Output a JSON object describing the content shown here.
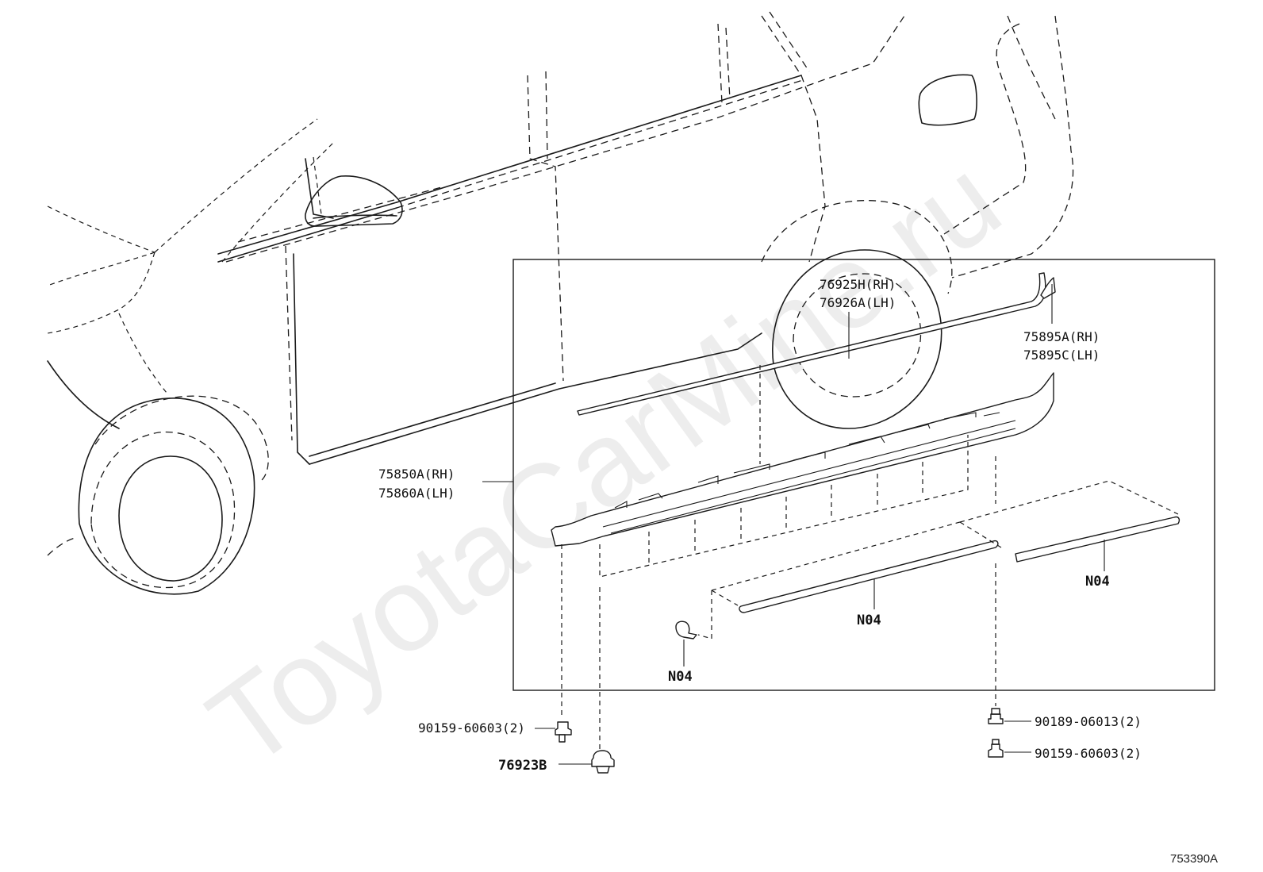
{
  "watermark": "ToyotaCarMine.ru",
  "diagram_code": "753390A",
  "labels": {
    "rocker_panel_rh": "75850A(RH)",
    "rocker_panel_lh": "75860A(LH)",
    "moulding_rh": "76925H(RH)",
    "moulding_lh": "76926A(LH)",
    "end_piece_rh": "75895A(RH)",
    "end_piece_lh": "75895C(LH)",
    "no4_right": "N04",
    "no4_center": "N04",
    "no4_clip": "N04",
    "bolt_left": "90159-60603(2)",
    "clip_left": "76923B",
    "screw_right": "90189-06013(2)",
    "bolt_right": "90159-60603(2)"
  }
}
